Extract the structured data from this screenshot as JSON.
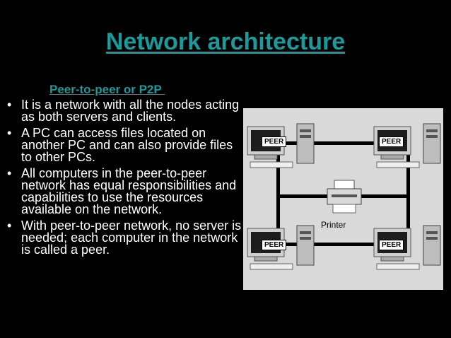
{
  "slide": {
    "title": "Network architecture",
    "subtitle": "Peer-to-peer or P2P ",
    "bullet_char": "•",
    "bullets": [
      "It is a network with all the nodes acting as both servers and clients.",
      "A PC can access files located on another PC and can also provide files to other PCs.",
      "All computers in the peer-to-peer network has equal responsibilities and capabilities to use the resources available on the network.",
      "With peer-to-peer network, no server is needed; each computer in the network is called a peer."
    ]
  },
  "diagram": {
    "peer_labels": [
      "PEER",
      "PEER",
      "PEER",
      "PEER"
    ],
    "printer_label": "Printer"
  },
  "colors": {
    "background": "#000000",
    "title": "#1a9a9a",
    "text": "#ffffff",
    "diagram_bg": "#d9d9d9"
  }
}
